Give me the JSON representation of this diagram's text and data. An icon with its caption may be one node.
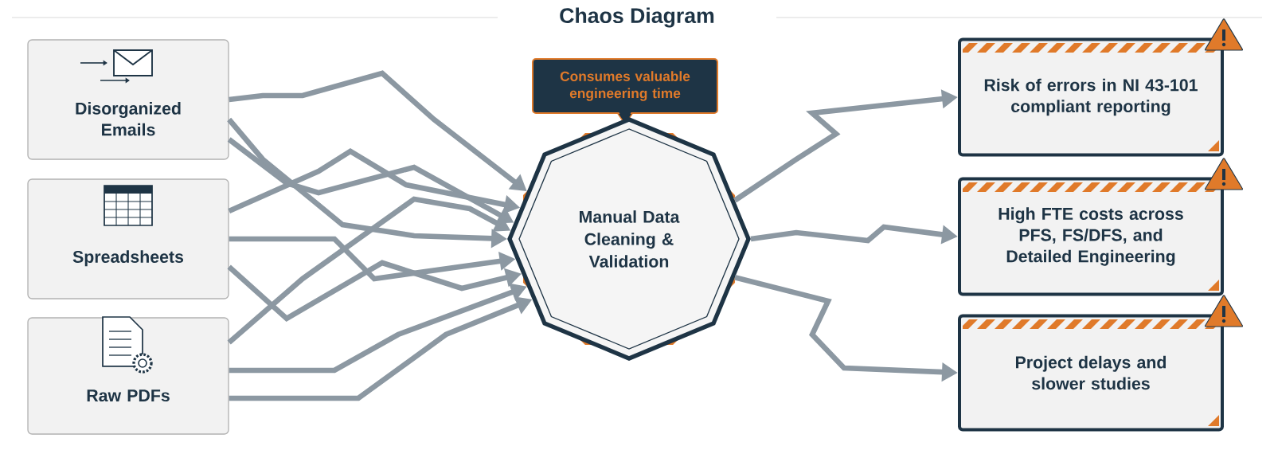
{
  "diagram": {
    "title": "Chaos Diagram",
    "nodes": [
      {
        "text": [
          "Disorganized Emails"
        ]
      },
      {
        "text": [
          "Spreadsheets"
        ]
      },
      {
        "text": [
          "Raw PDFs"
        ]
      },
      {
        "text": [
          "Consumes valuable engineering time"
        ]
      },
      {
        "text": [
          "Manual Data Cleaning & Validation"
        ]
      },
      {
        "text": [
          "Risk of errors in NI 43-101 compliant reporting"
        ]
      },
      {
        "text": [
          "High FTE costs across PFS, FS/DFS, and Detailed Engineering"
        ]
      },
      {
        "text": [
          "Project delays and slower studies"
        ]
      }
    ],
    "edges": [
      {
        "from": 0,
        "to": 4,
        "arrow": "to"
      },
      {
        "from": 0,
        "to": 4,
        "arrow": "to"
      },
      {
        "from": 0,
        "to": 4,
        "arrow": "to"
      },
      {
        "from": 1,
        "to": 4,
        "arrow": "to"
      },
      {
        "from": 1,
        "to": 4,
        "arrow": "to"
      },
      {
        "from": 1,
        "to": 4,
        "arrow": "to"
      },
      {
        "from": 2,
        "to": 4,
        "arrow": "to"
      },
      {
        "from": 2,
        "to": 4,
        "arrow": "to"
      },
      {
        "from": 2,
        "to": 4,
        "arrow": "to"
      },
      {
        "from": 4,
        "to": 5,
        "arrow": "to"
      },
      {
        "from": 4,
        "to": 6,
        "arrow": "to"
      },
      {
        "from": 4,
        "to": 7,
        "arrow": "to"
      }
    ]
  }
}
